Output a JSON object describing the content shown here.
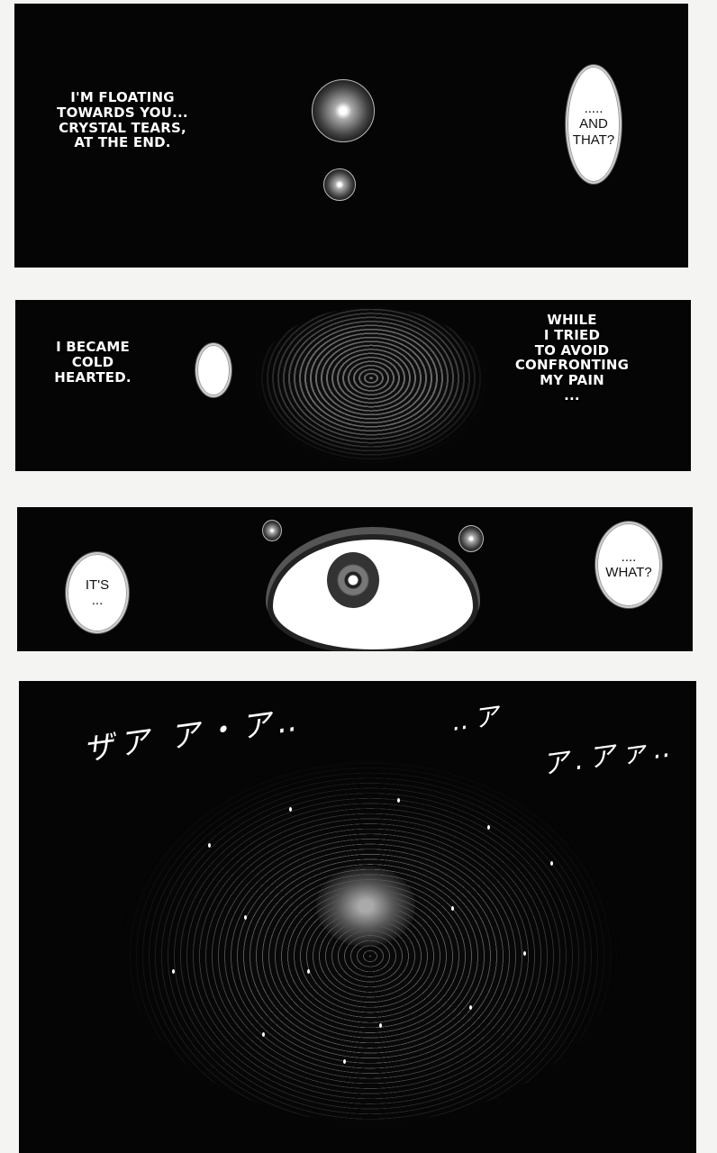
{
  "panels": [
    {
      "caption": [
        "I'M FLOATING",
        "TOWARDS YOU...",
        "CRYSTAL TEARS,",
        "AT THE END."
      ],
      "bubble": [
        ".....",
        "AND",
        "THAT?"
      ]
    },
    {
      "caption_left": [
        "I BECAME",
        "COLD",
        "HEARTED."
      ],
      "caption_right": [
        "WHILE",
        "I TRIED",
        "TO AVOID",
        "CONFRONTING",
        "MY PAIN",
        "..."
      ]
    },
    {
      "bubble_left": [
        "IT'S",
        "..."
      ],
      "bubble_right": [
        "....",
        "WHAT?"
      ]
    },
    {
      "sfx_left": "ザア ア・ア‥",
      "sfx_right": "‥ア",
      "sfx_right2": "ア.アァ‥"
    }
  ]
}
